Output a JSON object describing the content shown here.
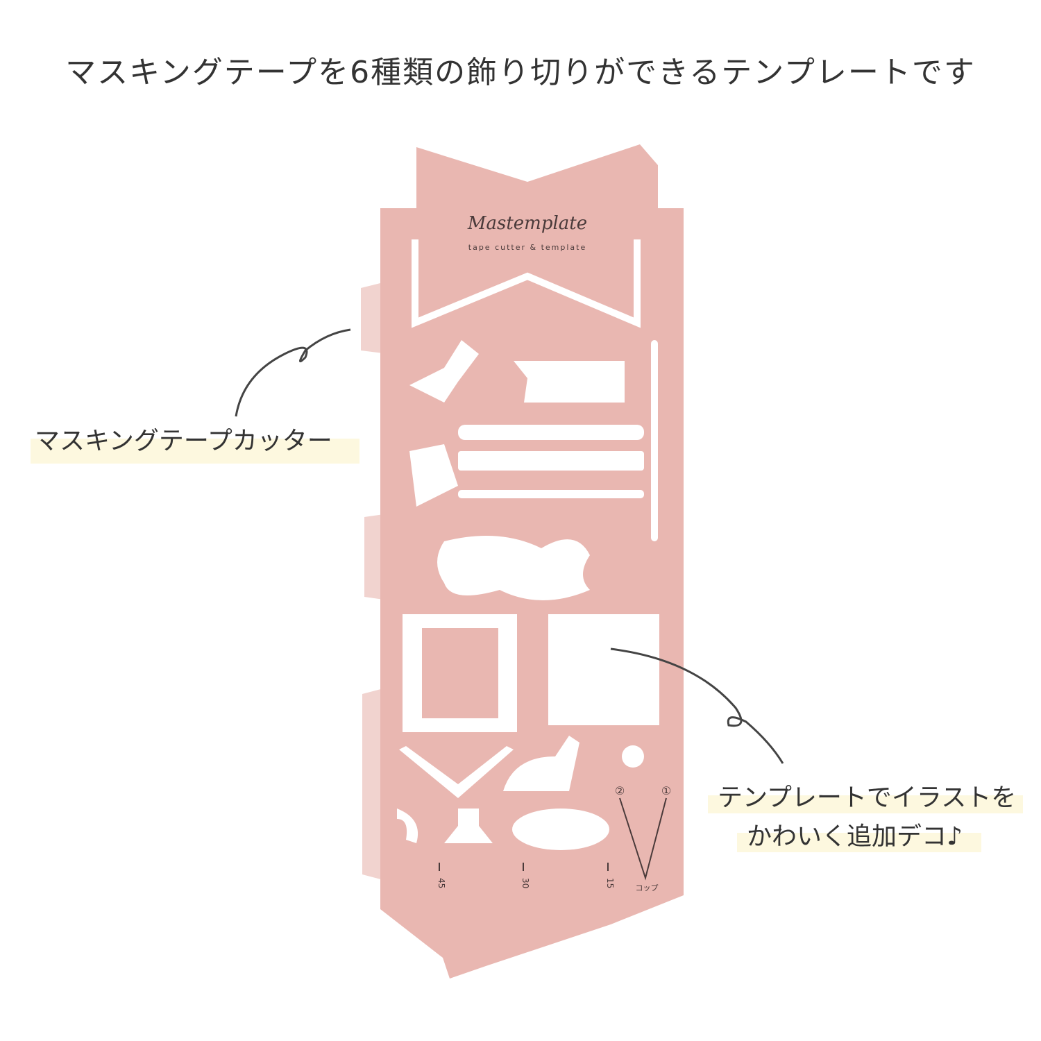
{
  "headline": "マスキングテープを6種類の飾り切りができるテンプレートです",
  "callouts": {
    "cutter": "マスキングテープカッター",
    "illust_line1": "テンプレートでイラストを",
    "illust_line2": "かわいく追加デコ♪"
  },
  "product": {
    "logo": "Mastemplate",
    "subtitle": "tape cutter & template",
    "ruler_marks": [
      "45",
      "30",
      "15"
    ],
    "cup_label": "コップ",
    "cup_markers": [
      "②",
      "①"
    ]
  },
  "colors": {
    "template_pink": "#e9b7b1",
    "highlight": "#fdf8df",
    "text": "#333333"
  }
}
